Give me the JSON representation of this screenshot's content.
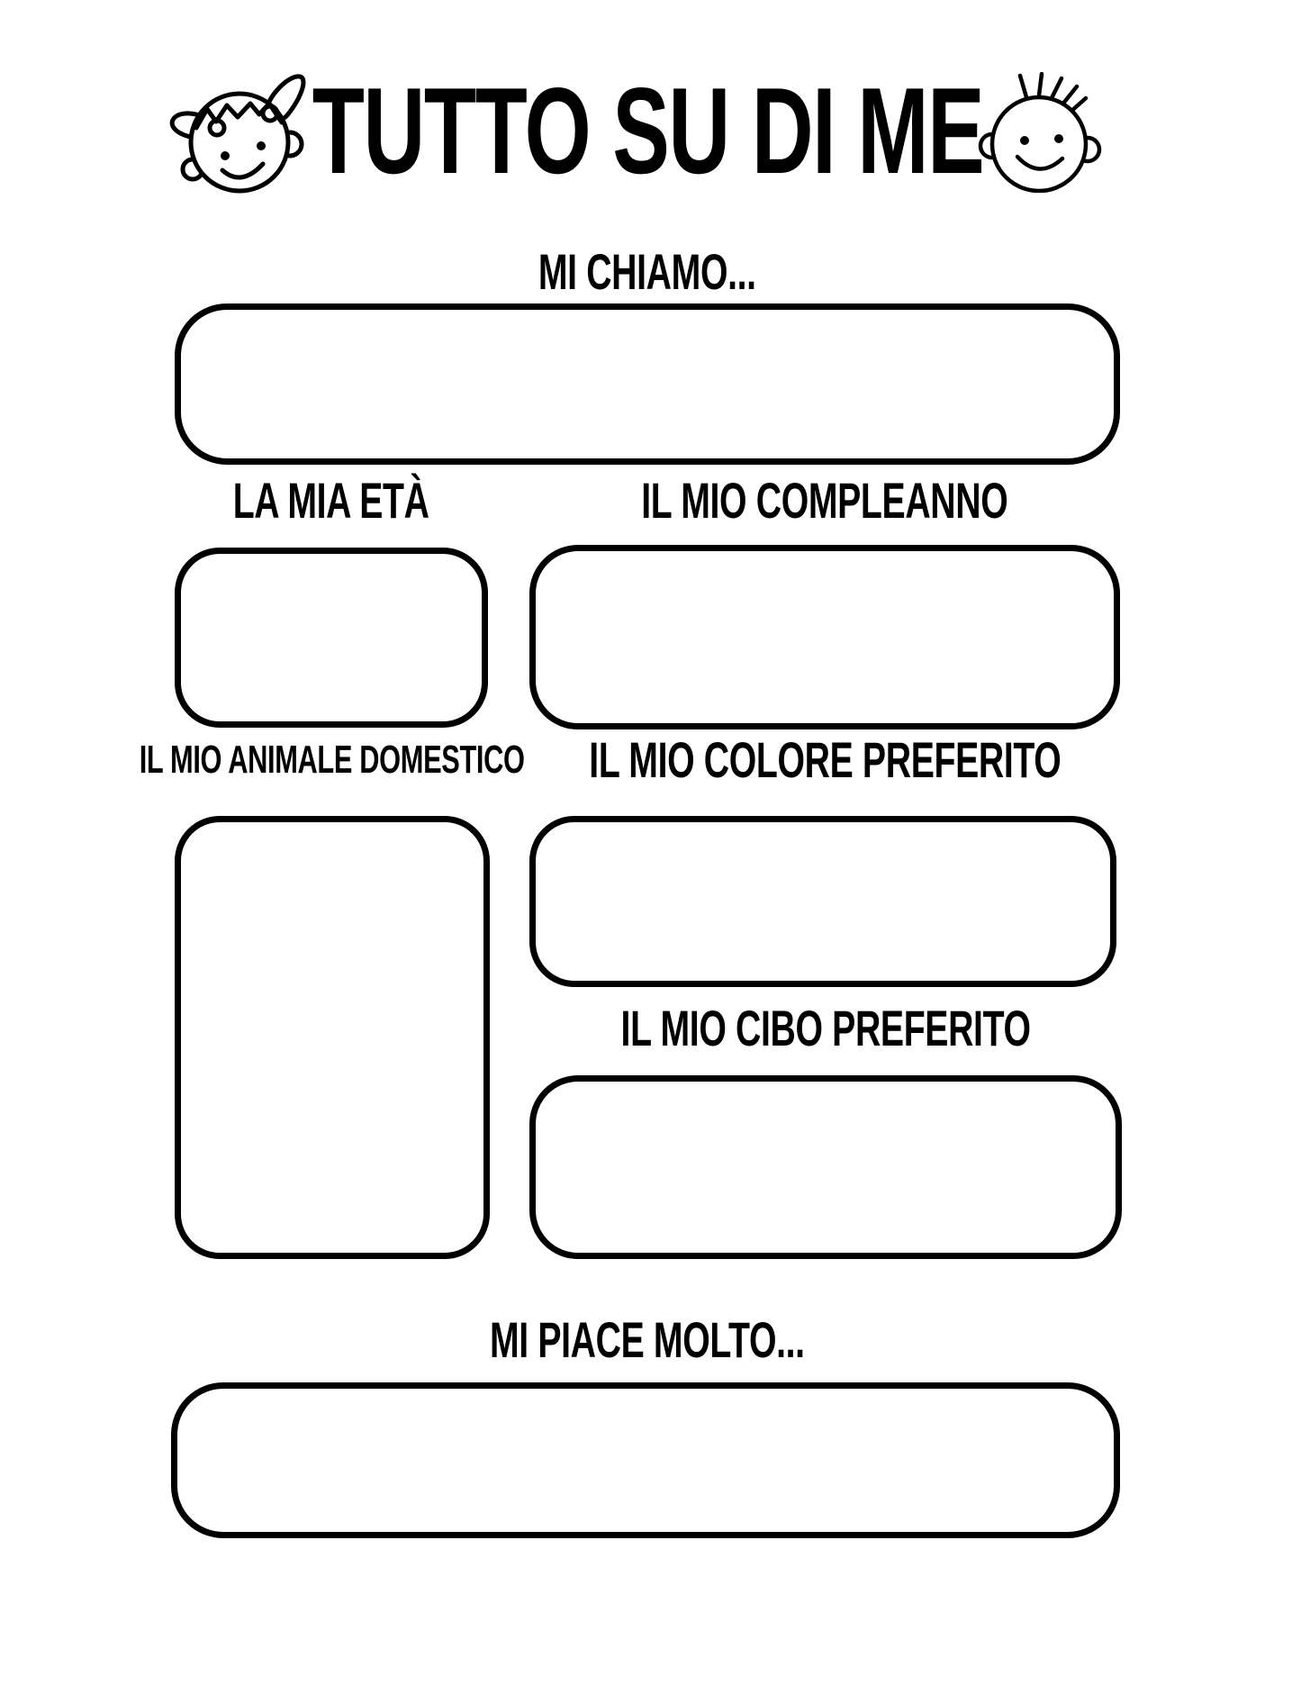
{
  "page": {
    "title": "TUTTO SU DI ME",
    "background_color": "#ffffff",
    "ink_color": "#000000",
    "header_icons": {
      "left": "girl-face",
      "right": "boy-face"
    }
  },
  "fields": {
    "name": {
      "label": "MI CHIAMO...",
      "value": ""
    },
    "age": {
      "label": "LA MIA ETÀ",
      "value": ""
    },
    "birthday": {
      "label": "IL MIO COMPLEANNO",
      "value": ""
    },
    "pet": {
      "label": "IL MIO ANIMALE DOMESTICO",
      "value": ""
    },
    "favorite_color": {
      "label": "IL MIO COLORE PREFERITO",
      "value": ""
    },
    "favorite_food": {
      "label": "IL MIO CIBO PREFERITO",
      "value": ""
    },
    "likes": {
      "label": "MI PIACE MOLTO...",
      "value": ""
    }
  }
}
